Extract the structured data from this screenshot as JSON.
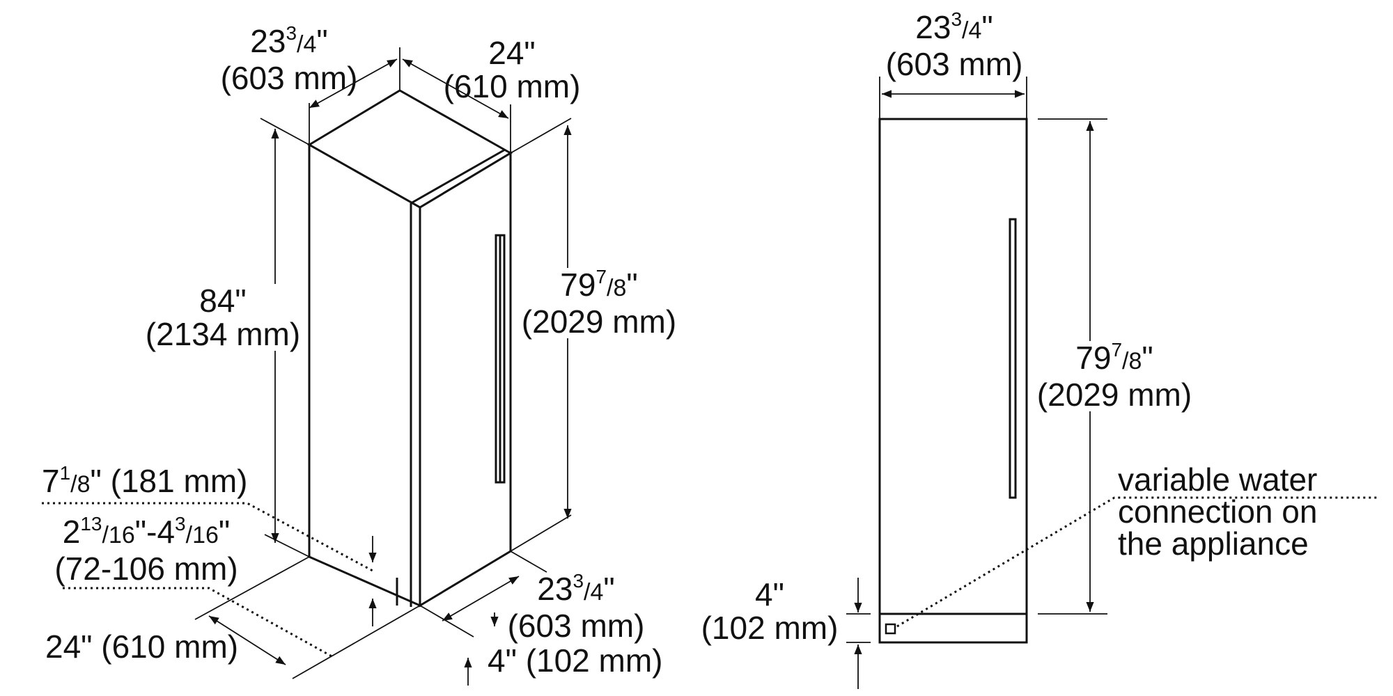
{
  "iso": {
    "top_left_width": {
      "w": "23",
      "num": "3",
      "den": "4",
      "mm": "(603 mm)"
    },
    "top_right_depth": {
      "inch": "24\"",
      "mm": "(610 mm)"
    },
    "total_height": {
      "inch": "84\"",
      "mm": "(2134 mm)"
    },
    "cabinet_height": {
      "w": "79",
      "num": "7",
      "den": "8",
      "mm": "(2029 mm)"
    },
    "toe_kick": {
      "w": "7",
      "num": "1",
      "den": "8",
      "mm": "(181 mm)"
    },
    "base_range": {
      "w1": "2",
      "n1": "13",
      "d1": "16",
      "w2": "4",
      "n2": "3",
      "d2": "16",
      "mm": "(72-106 mm)"
    },
    "floor_depth": {
      "text": "24\" (610 mm)"
    },
    "front_width": {
      "w": "23",
      "num": "3",
      "den": "4",
      "mm": "(603 mm)"
    },
    "front_toe": {
      "text": "4\" (102 mm)"
    }
  },
  "front": {
    "width": {
      "w": "23",
      "num": "3",
      "den": "4",
      "mm": "(603 mm)"
    },
    "height": {
      "w": "79",
      "num": "7",
      "den": "8",
      "mm": "(2029 mm)"
    },
    "toe": {
      "inch": "4\"",
      "mm": "(102 mm)"
    },
    "note_lines": [
      "variable water",
      "connection on",
      "the appliance"
    ]
  }
}
